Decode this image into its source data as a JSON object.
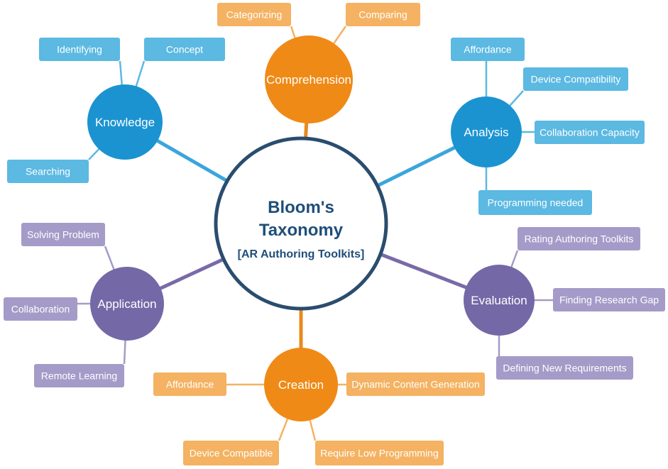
{
  "center": {
    "line1": "Bloom's",
    "line2": "Taxonomy",
    "line3": "[AR Authoring Toolkits]"
  },
  "colors": {
    "blue_node": "#1b93d1",
    "blue_leaf": "#5bb9e2",
    "blue_line": "#3aa6db",
    "orange_node": "#ef8a17",
    "orange_leaf": "#f4b262",
    "orange_line": "#e88a1e",
    "purple_node": "#7468a6",
    "purple_leaf": "#a59bc8",
    "purple_line": "#7a6aa8",
    "center_border": "#2a4d6e",
    "center_text": "#1f4e79"
  },
  "branches": [
    {
      "id": "knowledge",
      "label": "Knowledge",
      "color": "blue",
      "leaves": [
        {
          "id": "identifying",
          "label": "Identifying"
        },
        {
          "id": "concept",
          "label": "Concept"
        },
        {
          "id": "searching",
          "label": "Searching"
        }
      ]
    },
    {
      "id": "comprehension",
      "label": "Comprehension",
      "color": "orange",
      "leaves": [
        {
          "id": "categorizing",
          "label": "Categorizing"
        },
        {
          "id": "comparing",
          "label": "Comparing"
        }
      ]
    },
    {
      "id": "analysis",
      "label": "Analysis",
      "color": "blue",
      "leaves": [
        {
          "id": "affordance",
          "label": "Affordance"
        },
        {
          "id": "device-compatibility",
          "label": "Device Compatibility"
        },
        {
          "id": "collaboration-capacity",
          "label": "Collaboration Capacity"
        },
        {
          "id": "programming-needed",
          "label": "Programming needed"
        }
      ]
    },
    {
      "id": "evaluation",
      "label": "Evaluation",
      "color": "purple",
      "leaves": [
        {
          "id": "rating-authoring-toolkits",
          "label": "Rating Authoring Toolkits"
        },
        {
          "id": "finding-research-gap",
          "label": "Finding Research Gap"
        },
        {
          "id": "defining-new-requirements",
          "label": "Defining New Requirements"
        }
      ]
    },
    {
      "id": "creation",
      "label": "Creation",
      "color": "orange",
      "leaves": [
        {
          "id": "affordance",
          "label": "Affordance"
        },
        {
          "id": "dynamic-content-generation",
          "label": "Dynamic Content Generation"
        },
        {
          "id": "device-compatible",
          "label": "Device Compatible"
        },
        {
          "id": "require-low-programming",
          "label": "Require Low Programming"
        }
      ]
    },
    {
      "id": "application",
      "label": "Application",
      "color": "purple",
      "leaves": [
        {
          "id": "solving-problem",
          "label": "Solving Problem"
        },
        {
          "id": "collaboration",
          "label": "Collaboration"
        },
        {
          "id": "remote-learning",
          "label": "Remote Learning"
        }
      ]
    }
  ]
}
